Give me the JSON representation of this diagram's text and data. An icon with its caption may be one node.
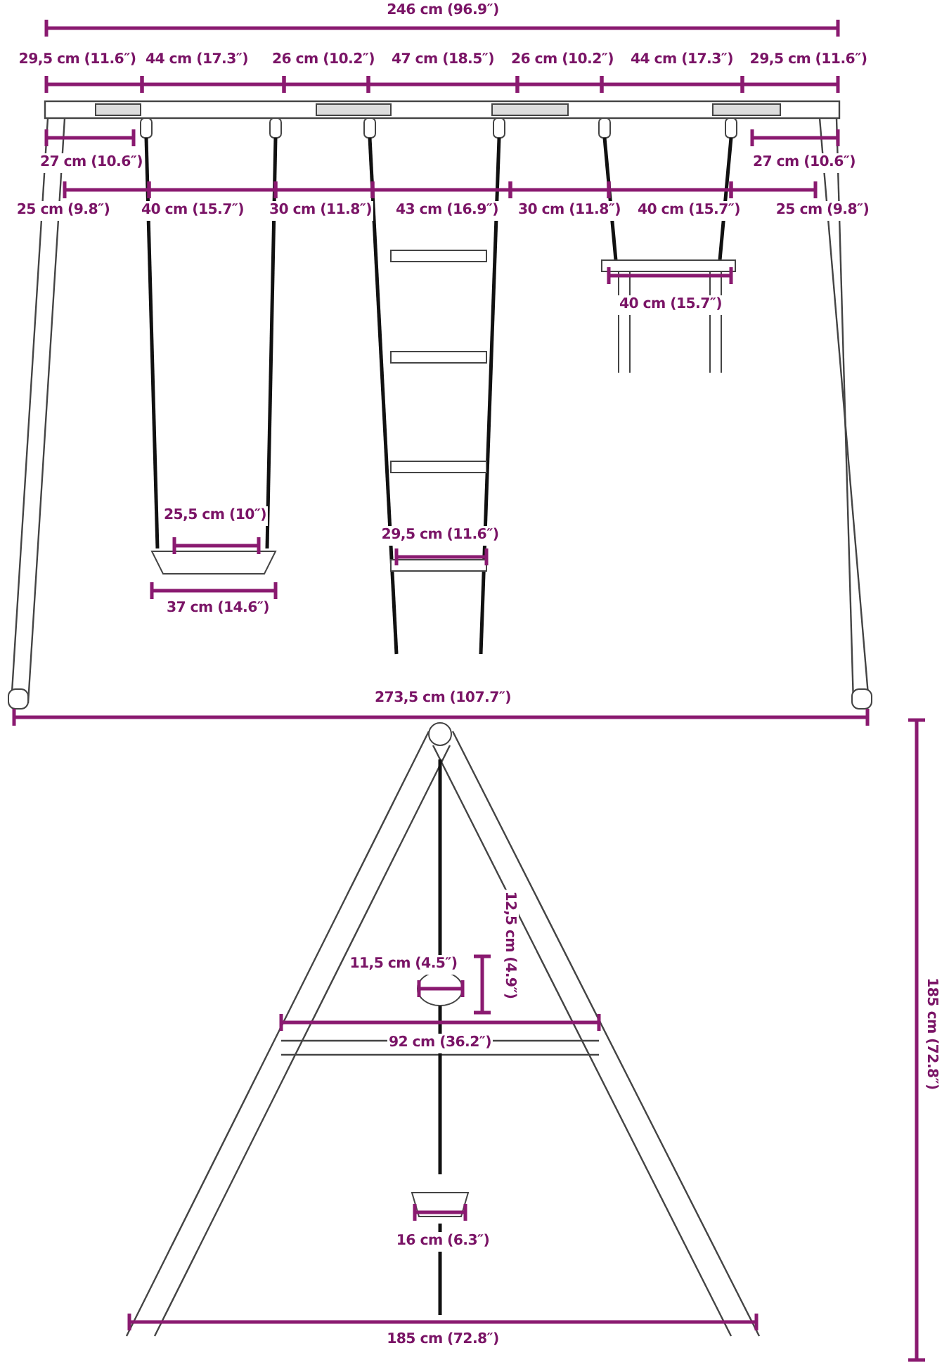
{
  "diagram": {
    "labels": [
      "246 cm (96.9″)",
      "29,5 cm (11.6″)",
      "44 cm (17.3″)",
      "26 cm (10.2″)",
      "47 cm (18.5″)",
      "26 cm (10.2″)",
      "44 cm (17.3″)",
      "29,5 cm (11.6″)",
      "27 cm (10.6″)",
      "27 cm (10.6″)",
      "25 cm (9.8″)",
      "40 cm (15.7″)",
      "30 cm (11.8″)",
      "43 cm (16.9″)",
      "30 cm (11.8″)",
      "40 cm (15.7″)",
      "25 cm (9.8″)",
      "40 cm (15.7″)",
      "25,5 cm (10″)",
      "29,5 cm (11.6″)",
      "37 cm (14.6″)",
      "273,5 cm (107.7″)",
      "12,5 cm (4.9″)",
      "185 cm (72.8″)",
      "11,5 cm (4.5″)",
      "92 cm (36.2″)",
      "16 cm (6.3″)",
      "185 cm (72.8″)"
    ]
  }
}
